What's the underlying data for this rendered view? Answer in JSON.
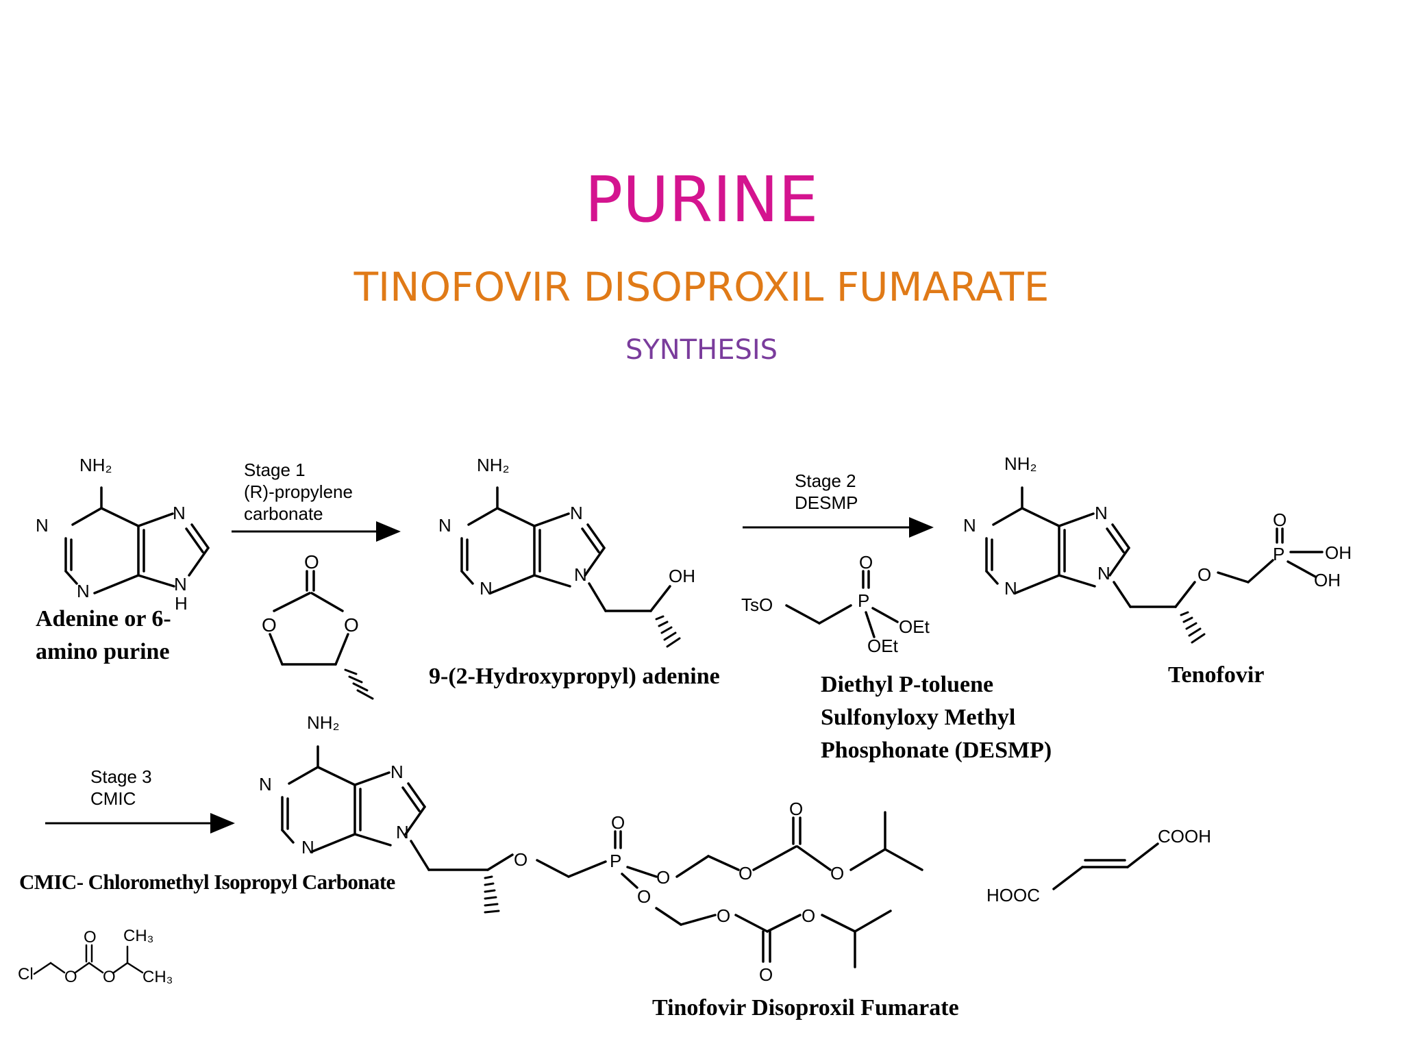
{
  "header": {
    "title": "PURINE",
    "subtitle": "TINOFOVIR DISOPROXIL FUMARATE",
    "section": "SYNTHESIS"
  },
  "colors": {
    "title": "#d4148f",
    "subtitle": "#e07a17",
    "section": "#7a3c9c"
  },
  "compounds": {
    "adenine": {
      "line1": "Adenine or 6-",
      "line2": "amino purine"
    },
    "hpa": {
      "name": "9-(2-Hydroxypropyl) adenine"
    },
    "desmp": {
      "line1": "Diethyl P-toluene",
      "line2": "Sulfonyloxy Methyl",
      "line3": "Phosphonate (DESMP)"
    },
    "tenofovir": {
      "name": "Tenofovir"
    },
    "cmic": {
      "name": "CMIC- Chloromethyl Isopropyl Carbonate"
    },
    "tdf": {
      "name": "Tinofovir Disoproxil Fumarate"
    }
  },
  "stages": {
    "s1": {
      "line1": "Stage 1",
      "line2": "(R)-propylene",
      "line3": "carbonate"
    },
    "s2": {
      "line1": "Stage 2",
      "line2": "DESMP"
    },
    "s3": {
      "line1": "Stage 3",
      "line2": "CMIC"
    }
  },
  "atoms": {
    "nh2": "NH₂",
    "n": "N",
    "h": "H",
    "o": "O",
    "oh": "OH",
    "p": "P",
    "oet": "OEt",
    "tso": "TsO",
    "cl": "Cl",
    "ch3": "CH₃",
    "cooh": "COOH",
    "hooc": "HOOC"
  }
}
